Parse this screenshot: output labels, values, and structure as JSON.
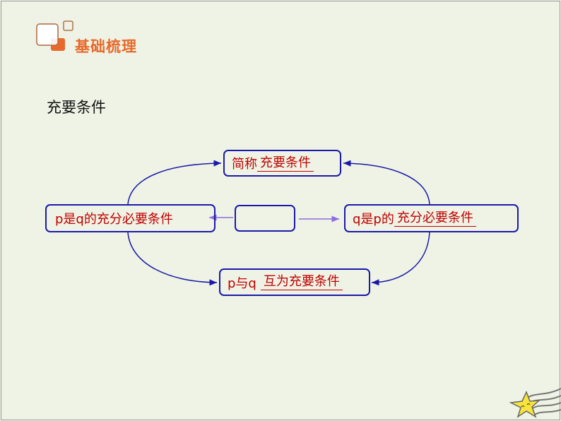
{
  "header": {
    "title": "基础梳理"
  },
  "section": {
    "heading": "充要条件"
  },
  "diagram": {
    "top": {
      "label": "简称",
      "fill": "充要条件"
    },
    "left": {
      "label": "p是q的充分必要条件"
    },
    "center": {
      "label": ""
    },
    "right": {
      "label": "q是p的",
      "fill": "充分必要条件"
    },
    "bottom": {
      "label": "p与q",
      "fill": "互为充要条件"
    }
  },
  "colors": {
    "accent": "#e8692b",
    "box": "#1a1aa8",
    "fill_text": "#c00000",
    "arrow": "#8a6ee0"
  }
}
